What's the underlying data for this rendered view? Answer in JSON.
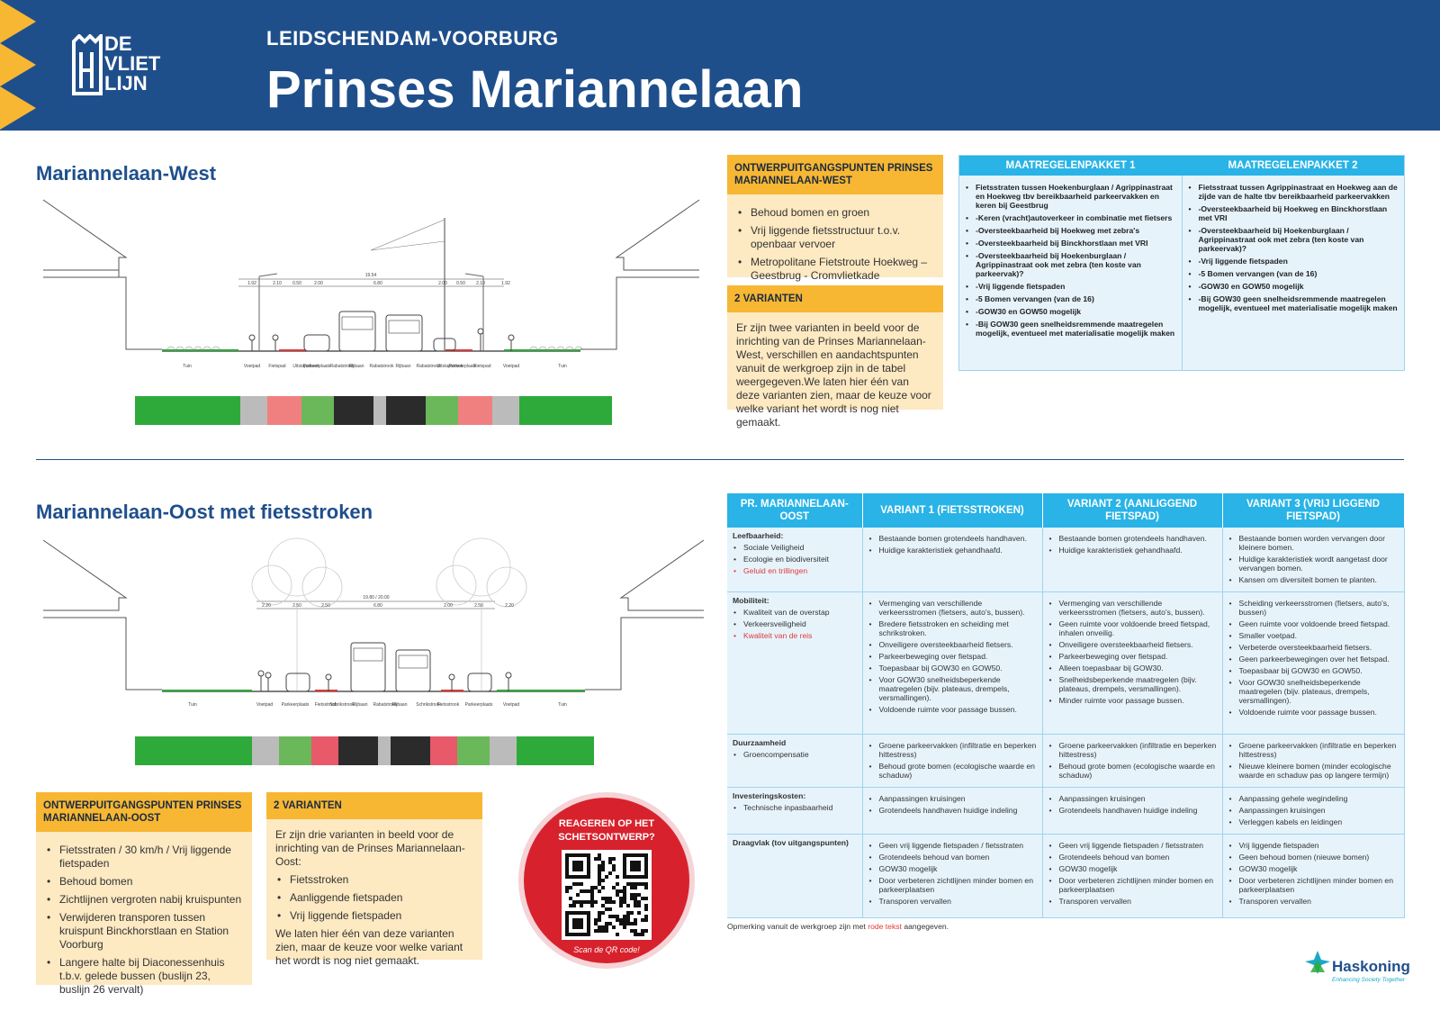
{
  "header": {
    "logo_lines": [
      "DE",
      "VLIET",
      "LIJN"
    ],
    "subtitle": "LEIDSCHENDAM-VOORBURG",
    "title": "Prinses Mariannelaan",
    "colors": {
      "navy": "#1f4f8b",
      "yellow": "#f7b733"
    }
  },
  "west": {
    "title": "Mariannelaan-West",
    "cross_section": {
      "total_width": "19.54",
      "dims": [
        "1.92",
        "2.10",
        "0.50",
        "2.00",
        "6.80",
        "2.00",
        "0.50",
        "2.10",
        "1.92"
      ],
      "labels": [
        "Tuin",
        "Voetpad",
        "Fietspad",
        "Uitstapstrook",
        "Parkeerplaats",
        "Rabatstrook",
        "Rijbaan",
        "Rabatstrook",
        "Rijbaan",
        "Rabatstrook",
        "Uitstapstrook",
        "Parkeerplaats",
        "Fietspad",
        "Voetpad",
        "Tuin"
      ]
    },
    "uitgangspunten": {
      "title": "ONTWERPUITGANGSPUNTEN PRINSES MARIANNELAAN-WEST",
      "items": [
        "Behoud bomen en groen",
        "Vrij liggende fietsstructuur t.o.v. openbaar vervoer",
        "Metropolitane Fietstroute Hoekweg – Geestbrug - Cromvlietkade"
      ]
    },
    "varianten": {
      "title": "2 VARIANTEN",
      "text": "Er zijn twee varianten in beeld voor de inrichting van de Prinses Mariannelaan-West, verschillen en aandachtspunten vanuit de werkgroep zijn in de tabel weergegeven.We laten hier één van deze varianten zien, maar de keuze voor welke variant het wordt is nog niet gemaakt."
    },
    "maatregelen": {
      "headers": [
        "MAATREGELENPAKKET 1",
        "MAATREGELENPAKKET 2"
      ],
      "pakket1": [
        "Fietsstraten tussen Hoekenburglaan / Agrippinastraat en Hoekweg tbv bereikbaarheid parkeervakken en   keren bij Geestbrug",
        "-Keren (vracht)autoverkeer in   combinatie met fietsers",
        "-Oversteekbaarheid bij Hoekweg met zebra's",
        "-Oversteekbaarheid bij   Binckhorstlaan met VRI",
        "-Oversteekbaarheid bij Hoekenburglaan / Agrippinastraat ook met zebra (ten koste van parkeervak)?",
        "-Vrij liggende fietspaden",
        "-5 Bomen vervangen (van de 16)",
        "-GOW30 en GOW50 mogelijk",
        "-Bij GOW30 geen snelheidsremmende maatregelen mogelijk, eventueel   met materialisatie mogelijk maken"
      ],
      "pakket2": [
        "Fietsstraat tussen Agrippinastraat en Hoekweg aan de zijde van de halte tbv bereikbaarheid parkeervakken",
        "-Oversteekbaarheid bij Hoekweg en Binckhorstlaan met VRI",
        "-Oversteekbaarheid bij Hoekenburglaan / Agrippinastraat ook met zebra (ten koste van parkeervak)?",
        "-Vrij liggende fietspaden",
        "-5 Bomen vervangen (van de 16)",
        "-GOW30 en GOW50 mogelijk",
        "-Bij GOW30 geen snelheidsremmende maatregelen mogelijk, eventueel   met materialisatie mogelijk maken"
      ]
    }
  },
  "oost": {
    "title": "Mariannelaan-Oost met fietsstroken",
    "cross_section": {
      "total_width": "19.80 / 20.00",
      "dims": [
        "2.20",
        "2.50",
        "2.50",
        "6.80",
        "2.00",
        "2.50",
        "2.20"
      ],
      "labels": [
        "Tuin",
        "Voetpad",
        "Parkeerplaats",
        "Fietsstrook",
        "Schrikstrook",
        "Rijbaan",
        "Rabatstrook",
        "Rijbaan",
        "Schrikstrook",
        "Fietsstrook",
        "Parkeerplaats",
        "Voetpad",
        "Tuin"
      ]
    },
    "uitgangspunten": {
      "title": "ONTWERPUITGANGSPUNTEN PRINSES MARIANNELAAN-OOST",
      "items": [
        "Fietsstraten / 30 km/h / Vrij liggende fietspaden",
        "Behoud bomen",
        "Zichtlijnen vergroten nabij kruispunten",
        "Verwijderen transporen tussen kruispunt Binckhorstlaan en Station Voorburg",
        "Langere halte bij Diaconessenhuis t.b.v. gelede bussen (buslijn 23, buslijn 26 vervalt)"
      ]
    },
    "varianten": {
      "title": "2 VARIANTEN",
      "intro": "Er zijn drie varianten in beeld voor de inrichting van de Prinses Mariannelaan-Oost:",
      "items": [
        "Fietsstroken",
        "Aanliggende fietspaden",
        "Vrij liggende fietspaden"
      ],
      "outro": "We laten hier één van deze varianten zien, maar de keuze voor welke variant het wordt is nog niet gemaakt."
    },
    "table": {
      "headers": [
        "PR. MARIANNELAAN-OOST",
        "VARIANT 1 (FIETSSTROKEN)",
        "VARIANT 2 (AANLIGGEND FIETSPAD)",
        "VARIANT 3 (VRIJ LIGGEND FIETSPAD)"
      ],
      "rows": [
        {
          "title": "Leefbaarheid:",
          "sub": [
            "Sociale Veiligheid",
            "Ecologie en biodiversiteit"
          ],
          "red": "Geluid en trillingen",
          "v1": [
            "Bestaande bomen grotendeels handhaven.",
            "Huidige karakteristiek gehandhaafd."
          ],
          "v2": [
            "Bestaande bomen grotendeels handhaven.",
            "Huidige karakteristiek gehandhaafd."
          ],
          "v3": [
            "Bestaande bomen worden vervangen door kleinere bomen.",
            "Huidige karakteristiek wordt aangetast door vervangen bomen.",
            "Kansen om diversiteit bomen te planten."
          ]
        },
        {
          "title": "Mobiliteit:",
          "sub": [
            "Kwaliteit van de overstap",
            "Verkeersveiligheid"
          ],
          "red": "Kwaliteit van de reis",
          "v1": [
            "Vermenging van verschillende verkeersstromen (fietsers, auto's, bussen).",
            "Bredere fietsstroken en scheiding met schrikstroken.",
            "Onveiligere oversteekbaarheid fietsers.",
            "Parkeerbeweging over fietspad.",
            "Toepasbaar bij GOW30 en GOW50.",
            "Voor GOW30 snelheidsbeperkende maatregelen (bijv. plateaus, drempels, versmallingen).",
            "Voldoende ruimte voor passage bussen."
          ],
          "v2": [
            "Vermenging van verschillende verkeersstromen (fietsers, auto's, bussen).",
            "Geen ruimte voor voldoende breed fietspad, inhalen onveilig.",
            "Onveiligere oversteekbaarheid fietsers.",
            "Parkeerbeweging over fietspad.",
            "Alleen toepasbaar bij GOW30.",
            "Snelheidsbeperkende maatregelen (bijv. plateaus, drempels, versmallingen).",
            "Minder ruimte voor passage bussen."
          ],
          "v3": [
            "Scheiding verkeersstromen (fietsers, auto's, bussen)",
            "Geen ruimte voor voldoende breed fietspad.",
            "Smaller voetpad.",
            "Verbeterde oversteekbaarheid fietsers.",
            "Geen parkeerbewegingen over het fietspad.",
            "Toepasbaar bij GOW30 en GOW50.",
            "Voor GOW30 snelheidsbeperkende maatregelen (bijv. plateaus, drempels, versmallingen).",
            "Voldoende ruimte voor passage bussen."
          ]
        },
        {
          "title": "Duurzaamheid",
          "sub": [
            "Groencompensatie"
          ],
          "red": "",
          "v1": [
            "Groene parkeervakken (infiltratie en beperken hittestress)",
            "Behoud grote bomen (ecologische waarde en schaduw)"
          ],
          "v2": [
            "Groene parkeervakken (infiltratie en beperken hittestress)",
            "Behoud grote bomen (ecologische waarde en schaduw)"
          ],
          "v3": [
            "Groene parkeervakken (infiltratie en beperken hittestress)",
            "Nieuwe kleinere bomen (minder ecologische waarde en schaduw pas op langere termijn)"
          ]
        },
        {
          "title": "Investeringskosten:",
          "sub": [
            "Technische inpasbaarheid"
          ],
          "red": "",
          "v1": [
            "Aanpassingen kruisingen",
            "Grotendeels handhaven huidige indeling"
          ],
          "v2": [
            "Aanpassingen kruisingen",
            "Grotendeels handhaven huidige indeling"
          ],
          "v3": [
            "Aanpassing gehele wegindeling",
            "Aanpassingen kruisingen",
            "Verleggen kabels en leidingen"
          ]
        },
        {
          "title": "Draagvlak (tov uitgangspunten)",
          "sub": [],
          "red": "",
          "v1": [
            "Geen vrij liggende fietspaden / fietsstraten",
            "Grotendeels behoud van bomen",
            "GOW30 mogelijk",
            "Door verbeteren zichtlijnen minder bomen en parkeerplaatsen",
            "Transporen vervallen"
          ],
          "v2": [
            "Geen vrij liggende fietspaden / fietsstraten",
            "Grotendeels behoud van bomen",
            "GOW30 mogelijk",
            "Door verbeteren zichtlijnen minder bomen en parkeerplaatsen",
            "Transporen vervallen"
          ],
          "v3": [
            "Vrij liggende fietspaden",
            "Geen behoud bomen (nieuwe bomen)",
            "GOW30 mogelijk",
            "Door verbeteren zichtlijnen minder bomen en parkeerplaatsen",
            "Transporen vervallen"
          ]
        }
      ]
    },
    "note": {
      "pre": "Opmerking vanuit de werkgroep zijn met ",
      "red": "rode tekst",
      "post": " aangegeven."
    }
  },
  "qr": {
    "title": "REAGEREN OP HET SCHETSONTWERP?",
    "scan": "Scan de QR code!",
    "color": "#d7222d"
  },
  "brand": {
    "name": "Haskoning",
    "tagline": "Enhancing Society Together"
  }
}
